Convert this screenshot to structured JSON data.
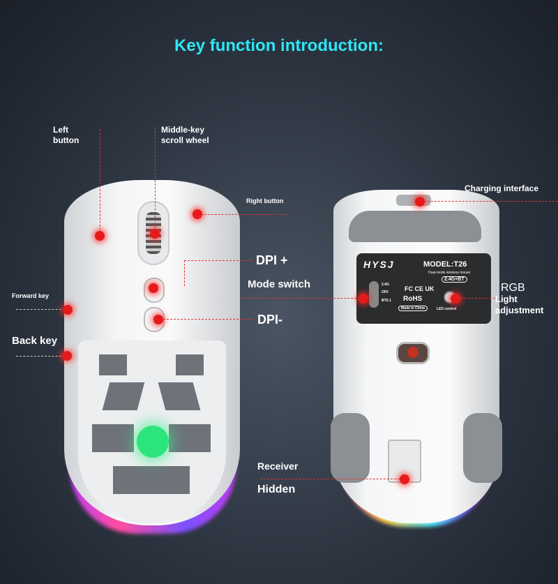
{
  "title": "Key function introduction:",
  "labels": {
    "left_button": "Left\nbutton",
    "left_line1": "Left",
    "left_line2": "button",
    "middle_line1": "Middle-key",
    "middle_line2": "scroll wheel",
    "right_button": "Right button",
    "forward_key": "Forward key",
    "back_key": "Back key",
    "dpi_plus": "DPI +",
    "mode_switch": "Mode switch",
    "dpi_minus": "DPI-",
    "charging": "Charging interface",
    "rgb_line1": "RGB",
    "rgb_line2": "Light",
    "rgb_line3": "adjustment",
    "receiver": "Receiver",
    "hidden": "Hidden"
  },
  "plate": {
    "brand": "HYSJ",
    "model": "MODEL:T26",
    "subtitle": "Dual-mode wireless mouse",
    "badge": "2.4G+BT",
    "switch_positions": [
      "2.4G",
      "OFF",
      "BT5.1"
    ],
    "certs": "FC CE UK",
    "rohs": "RoHS",
    "made_in": "Made in China",
    "led": "LED control"
  }
}
